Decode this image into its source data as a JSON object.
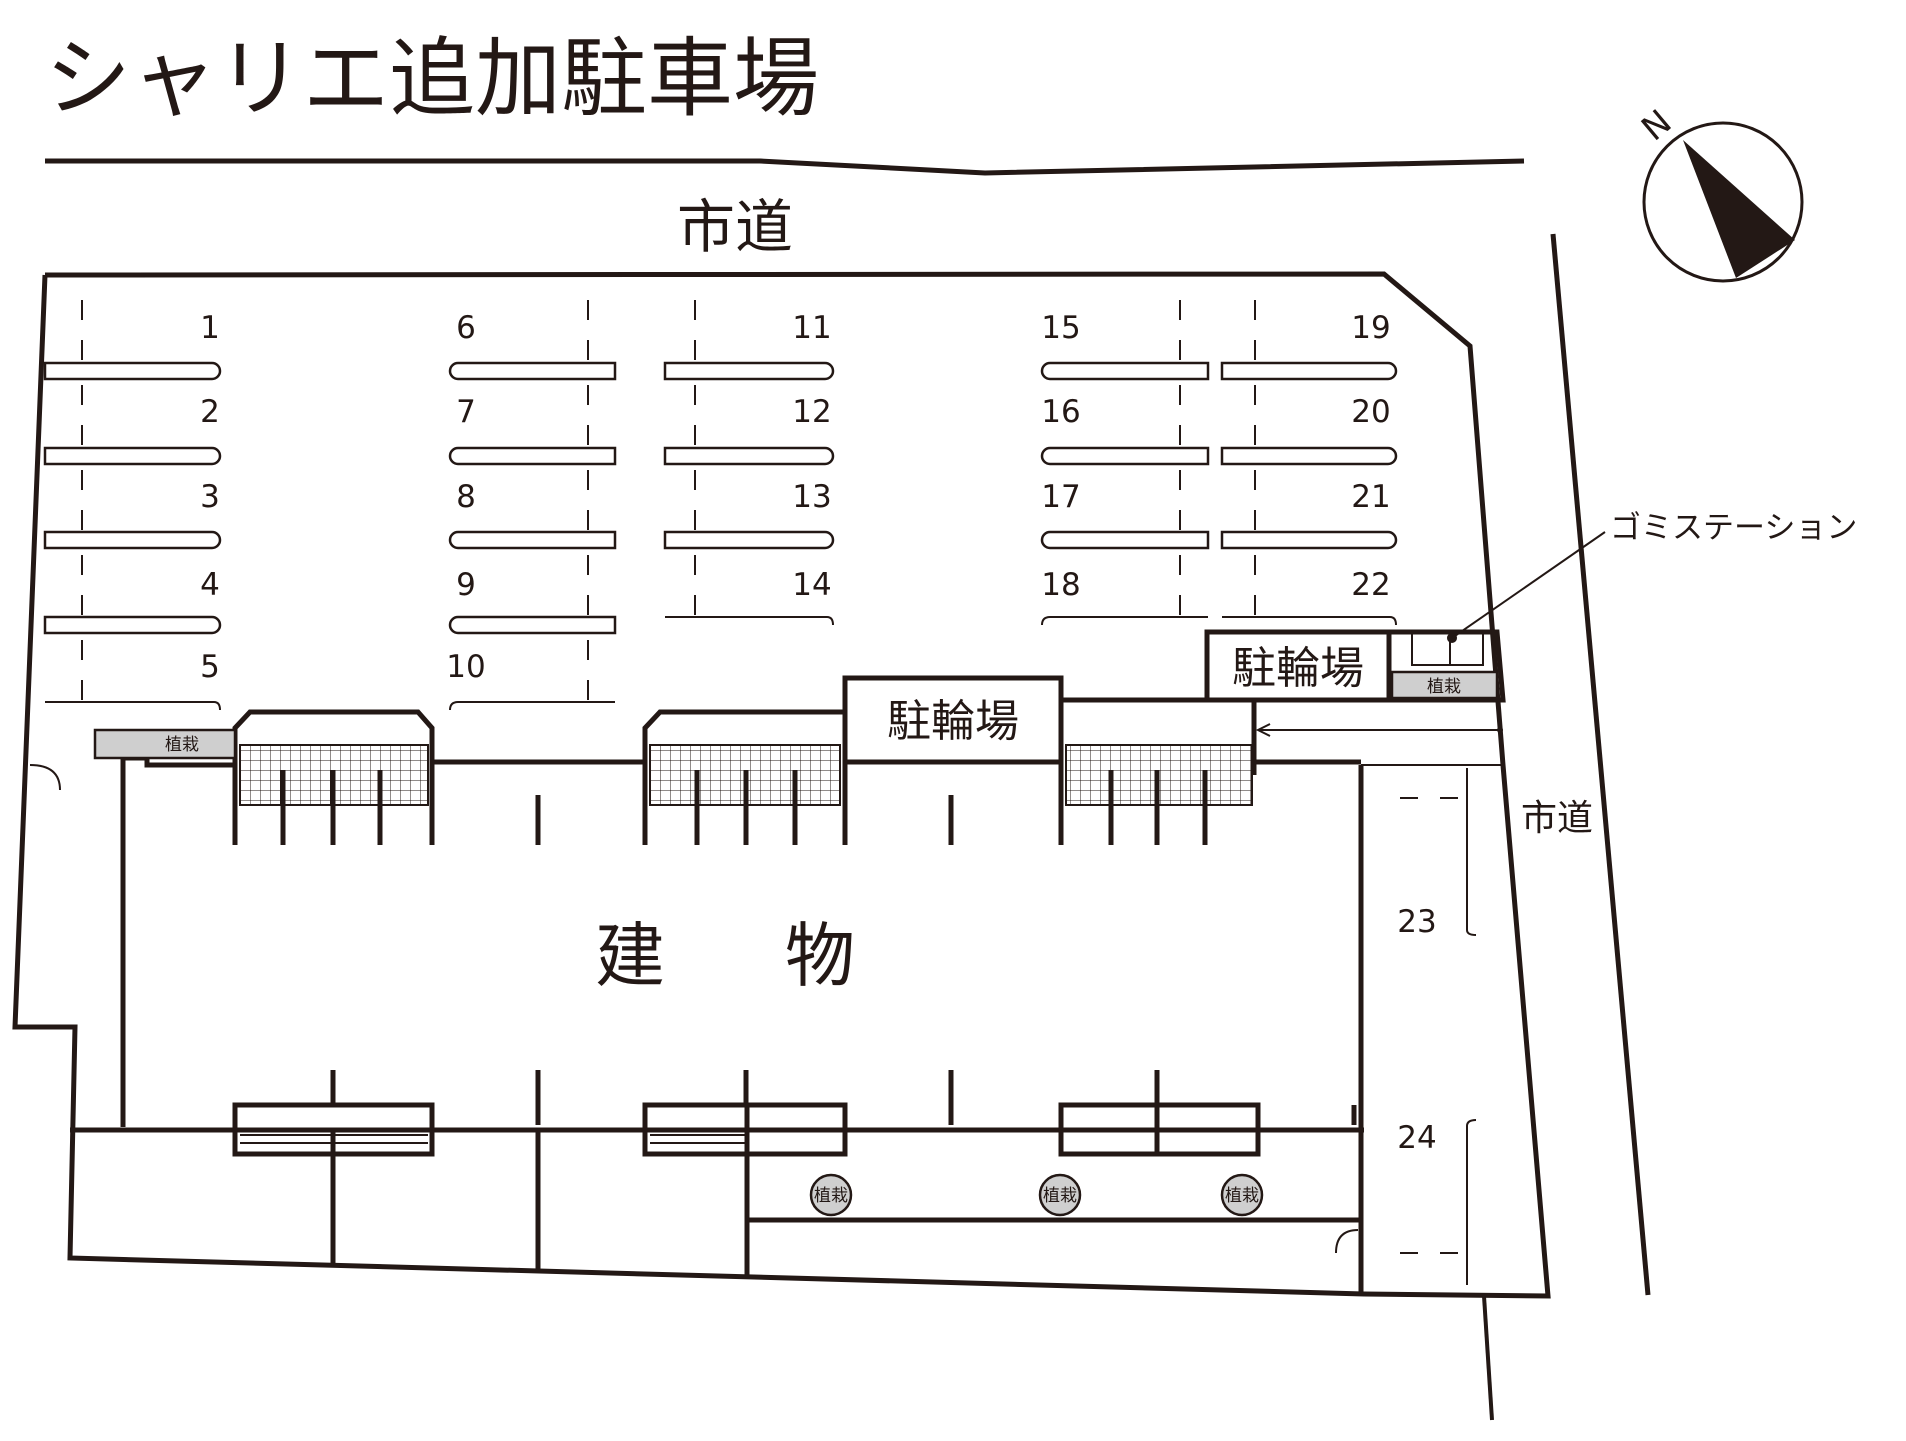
{
  "title": "シャリエ追加駐車場",
  "compass": {
    "label": "N"
  },
  "roads": {
    "north": "市道",
    "east": "市道"
  },
  "building": {
    "left": "建",
    "right": "物"
  },
  "bicycle_parking": {
    "label": "駐輪場"
  },
  "planting": {
    "label": "植栽"
  },
  "garbage_station": {
    "label": "ゴミステーション"
  },
  "spaces": [
    "1",
    "2",
    "3",
    "4",
    "5",
    "6",
    "7",
    "8",
    "9",
    "10",
    "11",
    "12",
    "13",
    "14",
    "15",
    "16",
    "17",
    "18",
    "19",
    "20",
    "21",
    "22",
    "23",
    "24"
  ]
}
